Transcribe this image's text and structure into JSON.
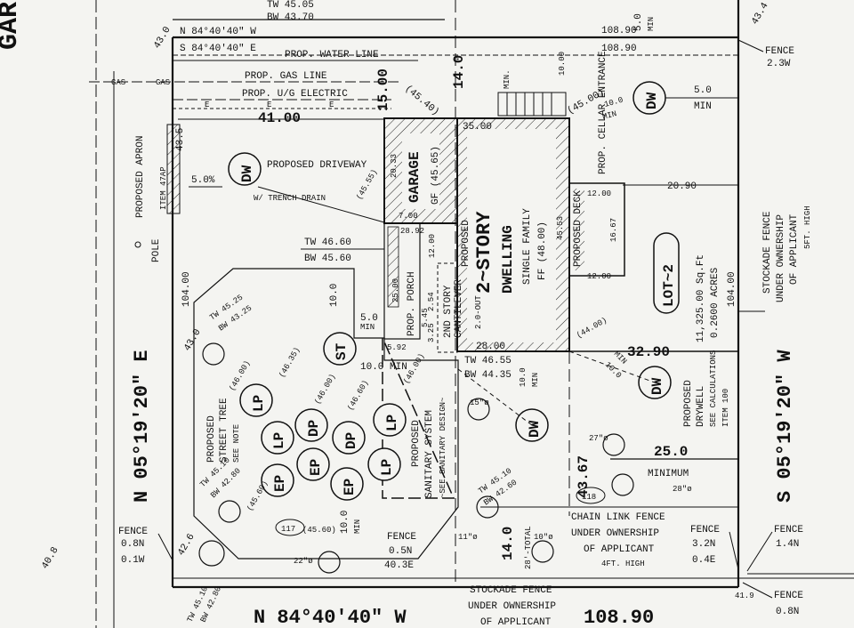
{
  "street_partial": "GAR",
  "top_bound": {
    "tw": "TW 45.05",
    "bw": "BW 43.70",
    "north": "N 84°40'40\" W",
    "south": "S 84°40'40\" E",
    "dist1": "108.90",
    "dist2": "108.90"
  },
  "bottom_bound": {
    "bearing": "N 84°40'40\" W",
    "dist": "108.90",
    "elev_bottom": "40.3E"
  },
  "west_bearing": "N 05°19'20\" E",
  "east_bearing": "S 05°19'20\" W",
  "west_dist": "104.00",
  "east_dist": "104.00",
  "utilities": {
    "water": "PROP. WATER LINE",
    "gas": "PROP. GAS LINE",
    "electric": "PROP. U/G ELECTRIC",
    "gas_tag": "GAS",
    "elec_tag": "E"
  },
  "dims": {
    "d41": "41.00",
    "d15": "15.00",
    "d14": "14.0",
    "min": "MIN.",
    "d10": "10.00",
    "d35": "35.00",
    "d2033": "20.33",
    "d700": "7.00",
    "d2892": "28.92",
    "d1200": "12.00",
    "d2500": "25.00",
    "d254": "2.54",
    "d545": "5.45",
    "d325": "3.25",
    "d2800": "28.00",
    "d592": "5.92",
    "d3290": "32.90",
    "d250": "25.0",
    "d4367": "43.67",
    "d140": "14.0",
    "total": "28'-TOTAL",
    "d2090": "20.90",
    "d50": "5.0",
    "d50min": "MIN",
    "d100min": "10.0 MIN",
    "d100": "10.0",
    "d50b": "5.0",
    "minimum": "MINIMUM",
    "dist1667": "16.67",
    "d4540": "(45.40)",
    "d4500": "(45.00)",
    "d4400": "(44.00)"
  },
  "buildings": {
    "garage": "GARAGE",
    "garage_gf": "GF (45.65)",
    "dwelling": "2~STORY",
    "dwelling2": "DWELLING",
    "single": "SINGLE FAMILY",
    "ff": "FF (48.00)",
    "cantilever": "PROPOSED",
    "cantilever2": "2ND STORY",
    "cantilever3": "CANTILEVER",
    "cantilever4": "2.0-OUT",
    "porch": "PROP. PORCH",
    "deck": "PROPOSED DECK",
    "deck_dim": "12.00",
    "cellar": "PROP. CELLAR ENTRANCE",
    "elev_5538": "45.53"
  },
  "driveway": {
    "apron": "PROPOSED APRON",
    "item": "ITEM 47AP",
    "drive": "PROPOSED DRIVEWAY",
    "trench": "W/ TRENCH DRAIN",
    "slope": "5.0%",
    "elev": "43.5",
    "dw": "DW",
    "pole": "POLE"
  },
  "walls": {
    "tw1": "TW 46.60",
    "bw1": "BW 45.60",
    "tw2": "TW 45.25",
    "bw2": "BW 43.25",
    "tw3": "TW 46.55",
    "bw3": "BW 44.35",
    "tw4": "TW 45.10",
    "bw4": "BW 42.80",
    "tw5": "TW 45.10",
    "bw5": "BW 42.60",
    "tw6": "TW 45.10",
    "bw6": "BW 42.80"
  },
  "sanitary": {
    "label1": "PROPOSED",
    "label2": "SANITARY SYSTEM",
    "label3": "~SEE SANITARY DESIGN~",
    "st": "ST",
    "lp": "LP",
    "dp": "DP",
    "ep": "EP",
    "elev_4600": "(46.00)",
    "elev_4635": "(46.35)",
    "elev_4560": "(45.60)"
  },
  "tree": {
    "label1": "PROPOSED",
    "label2": "STREET TREE",
    "label3": "SEE NOTE"
  },
  "drywell": {
    "label1": "PROPOSED",
    "label2": "DRYWELL",
    "label3": "SEE CALCULATIONS",
    "label4": "ITEM 100",
    "dw": "DW"
  },
  "lot": {
    "name": "LOT~2",
    "sqft": "11,325.00 Sq.Ft",
    "acres": "0.2600 ACRES"
  },
  "fences": {
    "f_ne": "FENCE",
    "f_ne2": "2.3W",
    "f_sw": "FENCE",
    "f_sw2": "0.8N",
    "f_sw3": "0.1W",
    "f_s": "FENCE",
    "f_s2": "0.5N",
    "f_se": "FENCE",
    "f_se2": "3.2N",
    "f_se3": "0.4E",
    "f_se_b": "FENCE",
    "f_se_b2": "1.4N",
    "f_bot": "FENCE",
    "f_bot2": "0.8N",
    "stockade_e1": "STOCKADE FENCE",
    "stockade_e2": "UNDER OWNERSHIP",
    "stockade_e3": "OF APPLICANT",
    "stockade_e4": "5FT. HIGH",
    "chain1": "CHAIN LINK FENCE",
    "chain2": "UNDER OWNERSHIP",
    "chain3": "OF APPLICANT",
    "chain4": "4FT. HIGH",
    "stockade_s1": "STOCKADE FENCE",
    "stockade_s2": "UNDER OWNERSHIP",
    "stockade_s3": "OF APPLICANT"
  },
  "spot_elevs": {
    "e430": "43.0",
    "e434": "43.4",
    "e430b": "43.0",
    "e426": "42.6",
    "e408": "40.8",
    "e419": "41.9",
    "e117": "117",
    "e118": "118",
    "e4560b": "(45.60)",
    "e4555": "(45.55)",
    "e4660": "(46.60)"
  },
  "trees_dims": {
    "t15": "15\"ø",
    "t27": "27\"ø",
    "t28": "28\"ø",
    "t11": "11\"ø",
    "t10": "10\"ø",
    "t22": "22\"ø"
  }
}
